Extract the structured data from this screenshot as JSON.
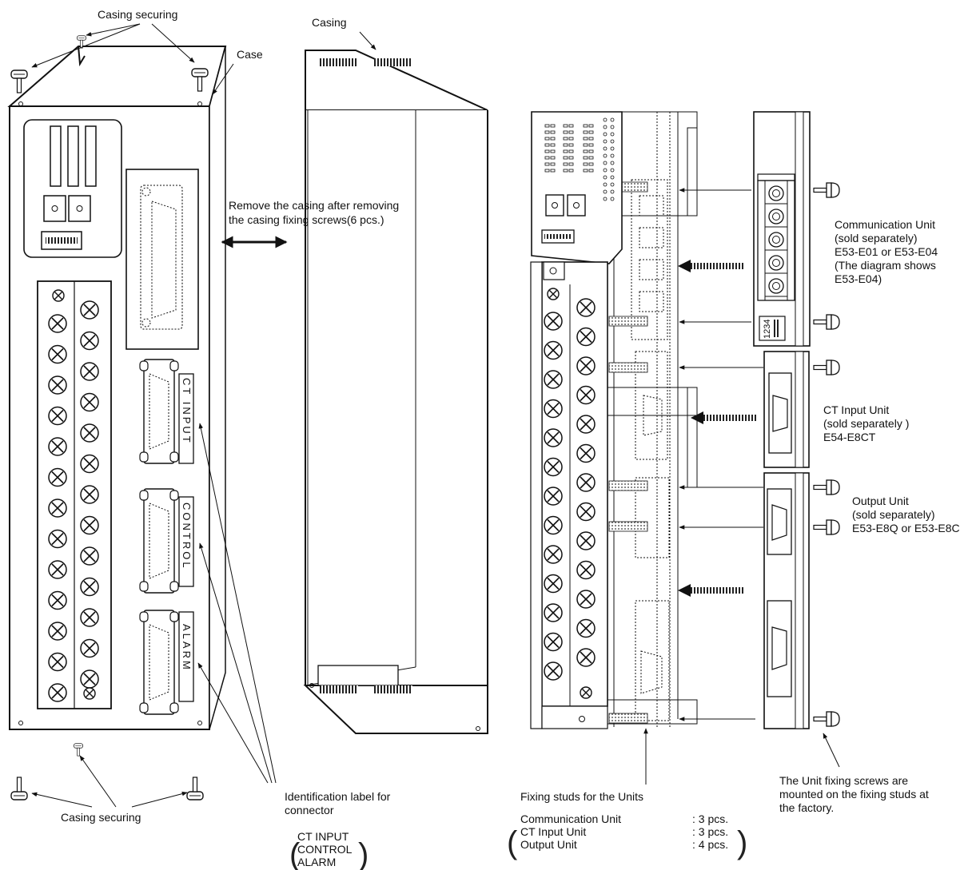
{
  "callouts": {
    "casing_securing_top": "Casing securing",
    "casing": "Casing",
    "case": "Case",
    "remove_line1": "Remove the casing after removing",
    "remove_line2": "the casing fixing screws(6 pcs.)",
    "casing_securing_bottom": "Casing securing",
    "id_label_line1": "Identification label for",
    "id_label_line2": "connector",
    "id_label_items": [
      "CT INPUT",
      "CONTROL",
      "ALARM"
    ],
    "comm_unit": [
      "Communication Unit",
      "(sold separately)",
      "E53-E01 or E53-E04",
      "(The diagram shows",
      "E53-E04)"
    ],
    "ct_unit": [
      "CT Input Unit",
      "(sold separately )",
      "E54-E8CT"
    ],
    "output_unit": [
      "Output Unit",
      "(sold separately)",
      "E53-E8Q or E53-E8C"
    ],
    "fixing_studs_title": "Fixing studs for the Units",
    "fixing_studs_rows": [
      {
        "name": "Communication Unit",
        "qty": ": 3 pcs."
      },
      {
        "name": "CT Input Unit",
        "qty": ": 3 pcs."
      },
      {
        "name": "Output Unit",
        "qty": ": 4 pcs."
      }
    ],
    "unit_screws": [
      "The Unit fixing screws are",
      "mounted on the fixing studs at",
      "the factory."
    ]
  },
  "panel_labels": {
    "ct_input": "CT  INPUT",
    "control": "CONTROL",
    "alarm": "ALARM"
  },
  "dip_switch_digits": "1234"
}
